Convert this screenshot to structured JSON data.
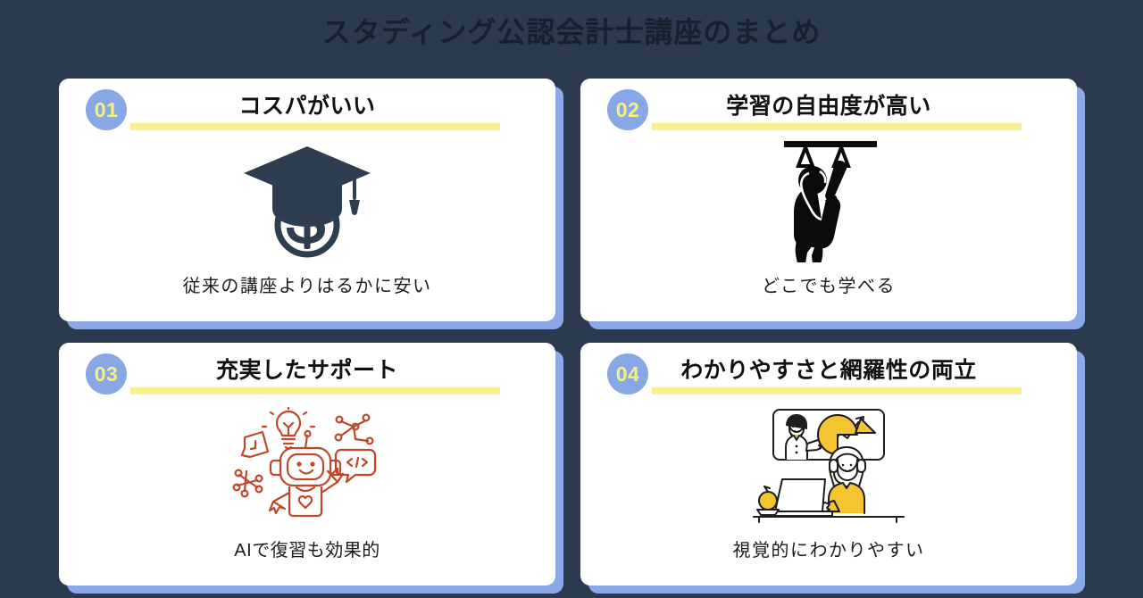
{
  "page": {
    "title": "スタディング公認会計士講座のまとめ",
    "background_color": "#2b3a4e",
    "title_color": "#17202e"
  },
  "theme": {
    "card_background": "#ffffff",
    "card_shadow_color": "#8ba8e8",
    "badge_circle_color": "#87a7e6",
    "badge_number_color": "#f7f07e",
    "underline_color": "#faf08c",
    "icon_navy": "#2e3e50",
    "icon_black": "#0b0b0b",
    "icon_orange": "#c0472a",
    "icon_yellow": "#f5c431"
  },
  "cards": [
    {
      "number": "01",
      "title": "コスパがいい",
      "caption": "従来の講座よりはるかに安い",
      "icon_name": "graduation-cap-dollar-icon"
    },
    {
      "number": "02",
      "title": "学習の自由度が高い",
      "caption": "どこでも学べる",
      "icon_name": "commuter-strap-hanger-icon"
    },
    {
      "number": "03",
      "title": "充実したサポート",
      "caption": "AIで復習も効果的",
      "icon_name": "ai-robot-support-icon"
    },
    {
      "number": "04",
      "title": "わかりやすさと網羅性の両立",
      "caption": "視覚的にわかりやすい",
      "icon_name": "online-lecture-laptop-icon"
    }
  ]
}
